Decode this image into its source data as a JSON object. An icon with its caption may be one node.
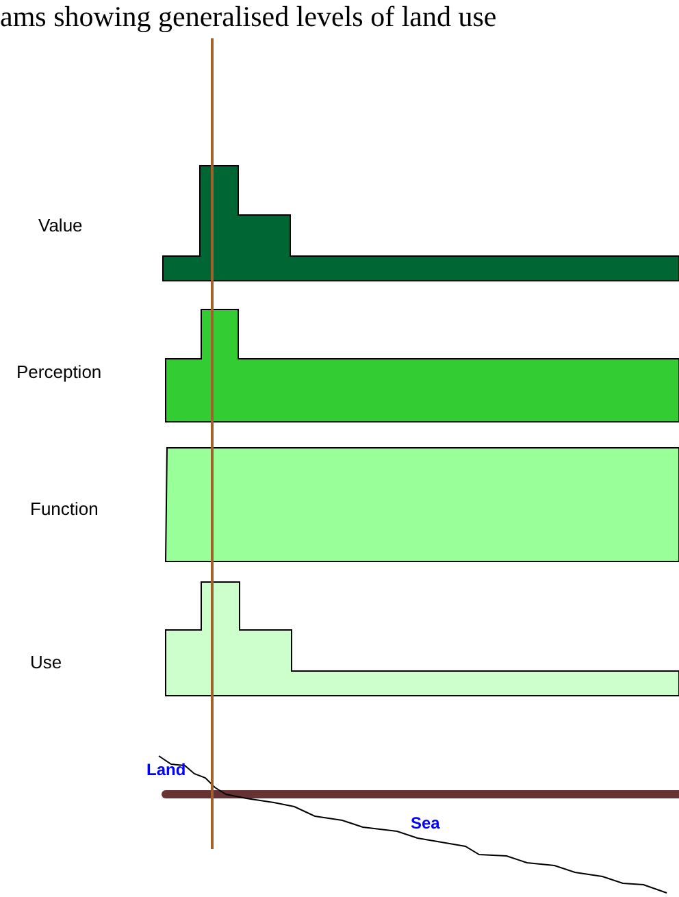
{
  "diagram": {
    "title": "ams showing generalised levels of land use",
    "labels": [
      "Value",
      "Perception",
      "Function",
      "Use",
      "Land",
      "Sea"
    ]
  }
}
